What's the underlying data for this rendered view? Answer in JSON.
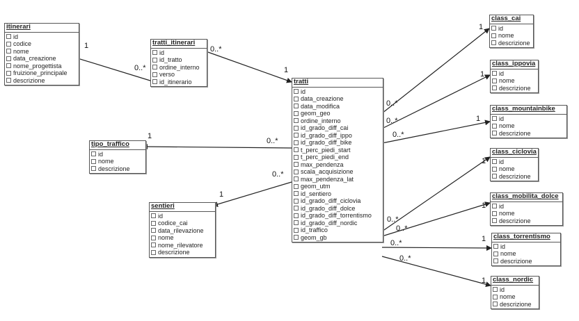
{
  "entities": {
    "itinerari": {
      "name": "itinerari",
      "fields": [
        "id",
        "codice",
        "nome",
        "data_creazione",
        "nome_progettista",
        "fruizione_principale",
        "descrizione"
      ]
    },
    "tratti_itinerari": {
      "name": "tratti_itinerari",
      "fields": [
        "id",
        "id_tratto",
        "ordine_interno",
        "verso",
        "id_itinerario"
      ]
    },
    "tipo_traffico": {
      "name": "tipo_traffico",
      "fields": [
        "id",
        "nome",
        "descrizione"
      ]
    },
    "sentieri": {
      "name": "sentieri",
      "fields": [
        "id",
        "codice_cai",
        "data_rilevazione",
        "nome",
        "nome_rilevatore",
        "descrizione"
      ]
    },
    "tratti": {
      "name": "tratti",
      "fields": [
        "id",
        "data_creazione",
        "data_modifica",
        "geom_geo",
        "ordine_interno",
        "id_grado_diff_cai",
        "id_grado_diff_ippo",
        "id_grado_diff_bike",
        "t_perc_piedi_start",
        "t_perc_piedi_end",
        "max_pendenza",
        "scala_acquisizione",
        "max_pendenza_lat",
        "geom_utm",
        "id_sentiero",
        "id_grado_diff_ciclovia",
        "id_grado_diff_dolce",
        "id_grado_diff_torrentismo",
        "id_grado_diff_nordic",
        "id_traffico",
        "geom_gb"
      ]
    },
    "class_cai": {
      "name": "class_cai",
      "fields": [
        "id",
        "nome",
        "descrizione"
      ]
    },
    "class_ippovia": {
      "name": "class_ippovia",
      "fields": [
        "id",
        "nome",
        "descrizione"
      ]
    },
    "class_mountainbike": {
      "name": "class_mountainbike",
      "fields": [
        "id",
        "nome",
        "descrizione"
      ]
    },
    "class_ciclovia": {
      "name": "class_ciclovia",
      "fields": [
        "id",
        "nome",
        "descrizione"
      ]
    },
    "class_mobilita_dolce": {
      "name": "class_mobilita_dolce",
      "fields": [
        "id",
        "nome",
        "descrizione"
      ]
    },
    "class_torrentismo": {
      "name": "class_torrentismo",
      "fields": [
        "id",
        "nome",
        "descrizione"
      ]
    },
    "class_nordic": {
      "name": "class_nordic",
      "fields": [
        "id",
        "nome",
        "descrizione"
      ]
    }
  },
  "relations": [
    {
      "from": "tratti_itinerari",
      "to": "itinerari",
      "mult_from": "0..*",
      "mult_to": "1"
    },
    {
      "from": "tratti_itinerari",
      "to": "tratti",
      "mult_from": "0..*",
      "mult_to": "1"
    },
    {
      "from": "tratti",
      "to": "tipo_traffico",
      "mult_from": "0..*",
      "mult_to": "1"
    },
    {
      "from": "tratti",
      "to": "sentieri",
      "mult_from": "0..*",
      "mult_to": "1"
    },
    {
      "from": "tratti",
      "to": "class_cai",
      "mult_from": "0..*",
      "mult_to": "1"
    },
    {
      "from": "tratti",
      "to": "class_ippovia",
      "mult_from": "0..*",
      "mult_to": "1"
    },
    {
      "from": "tratti",
      "to": "class_mountainbike",
      "mult_from": "0..*",
      "mult_to": "1"
    },
    {
      "from": "tratti",
      "to": "class_ciclovia",
      "mult_from": "0..*",
      "mult_to": "1"
    },
    {
      "from": "tratti",
      "to": "class_mobilita_dolce",
      "mult_from": "0..*",
      "mult_to": "1"
    },
    {
      "from": "tratti",
      "to": "class_torrentismo",
      "mult_from": "0..*",
      "mult_to": "1"
    },
    {
      "from": "tratti",
      "to": "class_nordic",
      "mult_from": "0..*",
      "mult_to": "1"
    }
  ]
}
